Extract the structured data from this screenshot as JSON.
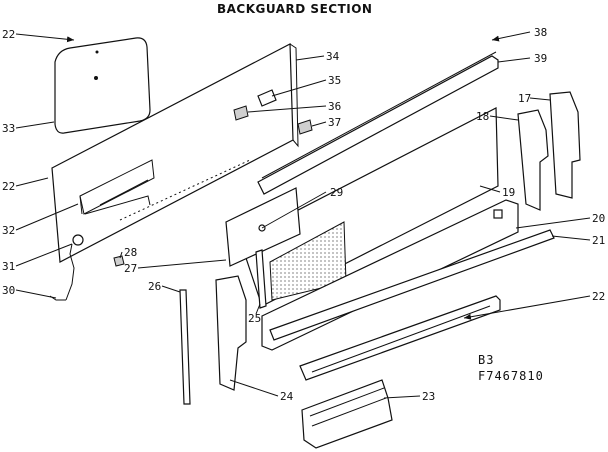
{
  "title": "BACKGUARD SECTION",
  "model_code": "B3",
  "model_number": "F7467810",
  "callouts": [
    {
      "id": "c22a",
      "label": "22"
    },
    {
      "id": "c33",
      "label": "33"
    },
    {
      "id": "c34",
      "label": "34"
    },
    {
      "id": "c35",
      "label": "35"
    },
    {
      "id": "c36",
      "label": "36"
    },
    {
      "id": "c37",
      "label": "37"
    },
    {
      "id": "c38",
      "label": "38"
    },
    {
      "id": "c39",
      "label": "39"
    },
    {
      "id": "c22b",
      "label": "22"
    },
    {
      "id": "c32",
      "label": "32"
    },
    {
      "id": "c31",
      "label": "31"
    },
    {
      "id": "c30",
      "label": "30"
    },
    {
      "id": "c28",
      "label": "28"
    },
    {
      "id": "c27",
      "label": "27"
    },
    {
      "id": "c29",
      "label": "29"
    },
    {
      "id": "c26",
      "label": "26"
    },
    {
      "id": "c25",
      "label": "25"
    },
    {
      "id": "c24",
      "label": "24"
    },
    {
      "id": "c18",
      "label": "18"
    },
    {
      "id": "c17",
      "label": "17"
    },
    {
      "id": "c19",
      "label": "19"
    },
    {
      "id": "c20",
      "label": "20"
    },
    {
      "id": "c21",
      "label": "21"
    },
    {
      "id": "c22c",
      "label": "22"
    },
    {
      "id": "c23",
      "label": "23"
    }
  ]
}
